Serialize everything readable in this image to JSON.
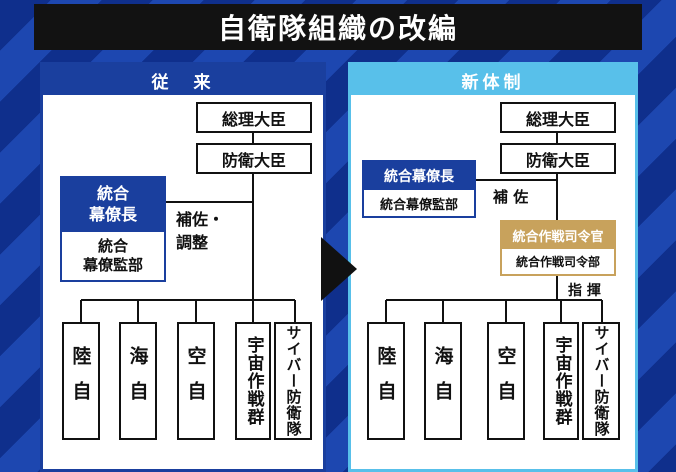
{
  "title": "自衛隊組織の改編",
  "left": {
    "header": "従　来",
    "prime_minister": "総理大臣",
    "defense_minister": "防衛大臣",
    "joint_staff_chief": "統合\n幕僚長",
    "joint_staff_office": "統合\n幕僚監部",
    "support_label": "補佐・\n調整",
    "units": [
      "陸自",
      "海自",
      "空自",
      "宇宙作戦群",
      "サイバー防衛隊"
    ]
  },
  "right": {
    "header": "新体制",
    "prime_minister": "総理大臣",
    "defense_minister": "防衛大臣",
    "joint_staff_chief": "統合幕僚長",
    "joint_staff_office": "統合幕僚監部",
    "support_label": "補 佐",
    "joint_ops_commander": "統合作戦司令官",
    "joint_ops_command": "統合作戦司令部",
    "command_label": "指 揮",
    "units": [
      "陸自",
      "海自",
      "空自",
      "宇宙作戦群",
      "サイバー防衛隊"
    ]
  },
  "colors": {
    "navy": "#1a3f9e",
    "light_blue": "#58c0ea",
    "gold": "#c8a25c",
    "title_bg": "#121212"
  }
}
